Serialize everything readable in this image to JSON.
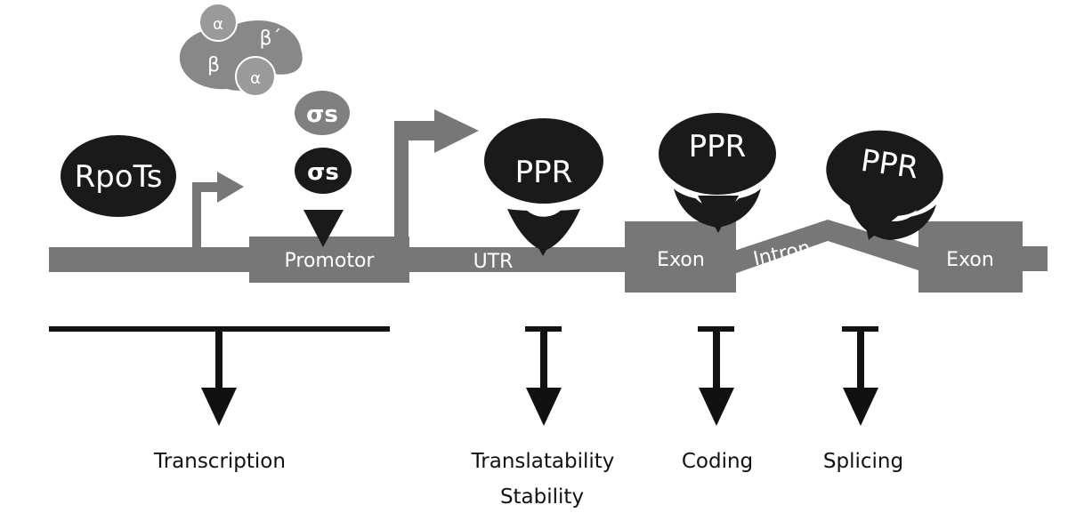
{
  "polymerase": {
    "alpha_top": "α",
    "beta_prime": "β´",
    "beta": "β",
    "alpha_bottom": "α"
  },
  "sigma_top": "σs",
  "sigma_bottom": "σs",
  "rpots": "RpoTs",
  "gene": {
    "promotor": "Promotor",
    "utr": "UTR",
    "exon_1": "Exon",
    "intron": "Intron",
    "exon_2": "Exon"
  },
  "ppr_labels": [
    "PPR",
    "PPR",
    "PPR"
  ],
  "outcomes": {
    "transcription": "Transcription",
    "translatability": "Translatability",
    "stability": "Stability",
    "coding": "Coding",
    "splicing": "Splicing"
  }
}
